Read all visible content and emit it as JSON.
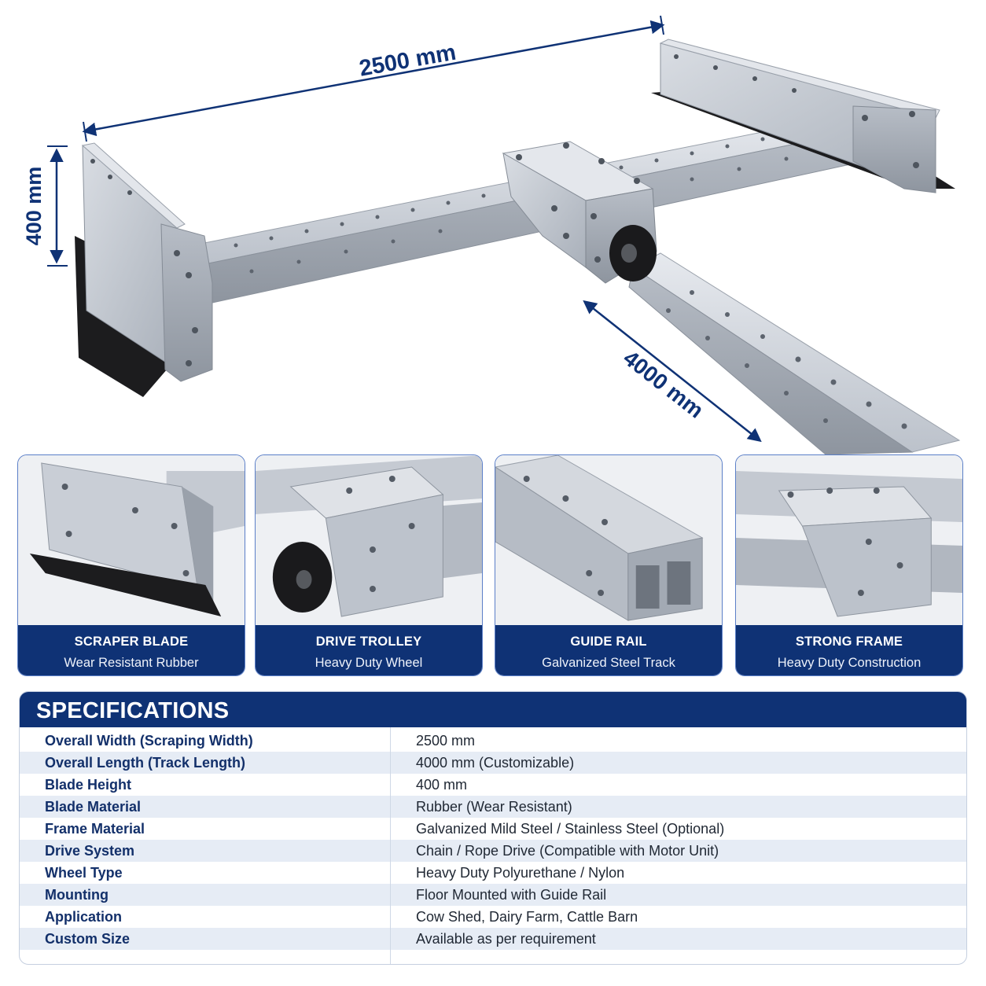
{
  "dimensions": {
    "width_label": "2500 mm",
    "height_label": "400 mm",
    "length_label": "4000 mm"
  },
  "features": [
    {
      "title": "SCRAPER BLADE",
      "subtitle": "Wear Resistant Rubber"
    },
    {
      "title": "DRIVE TROLLEY",
      "subtitle": "Heavy Duty Wheel"
    },
    {
      "title": "GUIDE RAIL",
      "subtitle": "Galvanized Steel Track"
    },
    {
      "title": "STRONG FRAME",
      "subtitle": "Heavy Duty Construction"
    }
  ],
  "specifications": {
    "title": "SPECIFICATIONS",
    "rows": [
      {
        "key": "Overall Width (Scraping Width)",
        "value": "2500 mm"
      },
      {
        "key": "Overall Length (Track Length)",
        "value": "4000 mm (Customizable)"
      },
      {
        "key": "Blade Height",
        "value": "400 mm"
      },
      {
        "key": "Blade Material",
        "value": "Rubber (Wear Resistant)"
      },
      {
        "key": "Frame Material",
        "value": "Galvanized Mild Steel / Stainless Steel (Optional)"
      },
      {
        "key": "Drive System",
        "value": "Chain / Rope Drive (Compatible with Motor Unit)"
      },
      {
        "key": "Wheel Type",
        "value": "Heavy Duty Polyurethane / Nylon"
      },
      {
        "key": "Mounting",
        "value": "Floor Mounted with Guide Rail"
      },
      {
        "key": "Application",
        "value": "Cow Shed, Dairy Farm, Cattle Barn"
      },
      {
        "key": "Custom Size",
        "value": "Available as per requirement"
      }
    ]
  },
  "colors": {
    "navy": "#0f3275",
    "steel": "#c9ced6",
    "rubber": "#1c1c1e"
  }
}
